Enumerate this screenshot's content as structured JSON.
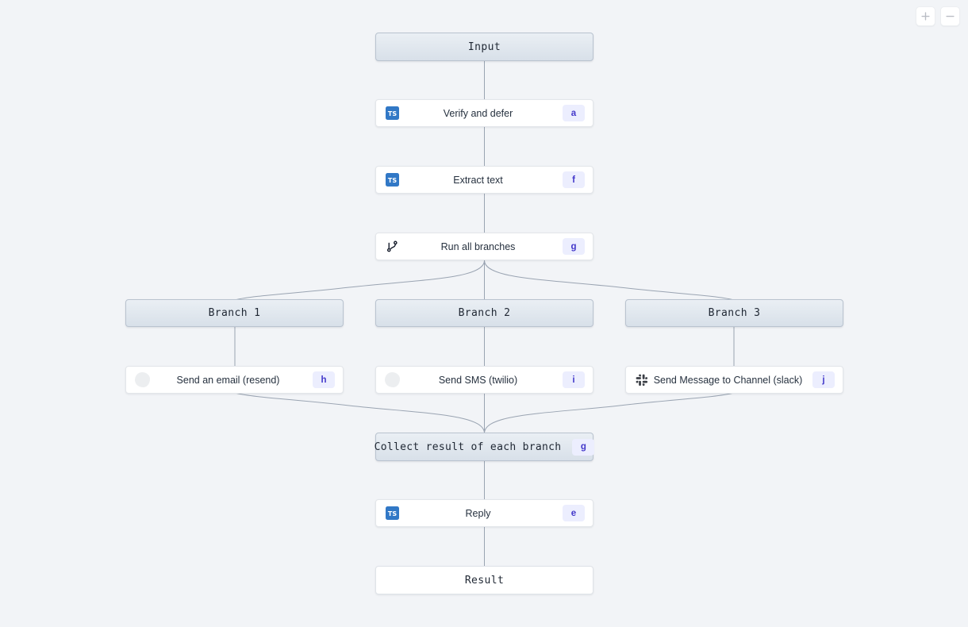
{
  "canvas": {
    "background": "#f2f4f7",
    "accent": "#4338ca",
    "badge_background": "#eceefe",
    "container_border": "#b9c3cf",
    "edge_color": "#9aa4b2",
    "ts_blue": "#3178c6"
  },
  "controls": {
    "zoom_in_label": "+",
    "zoom_in_name": "plus-icon",
    "zoom_out_label": "−",
    "zoom_out_name": "minus-icon"
  },
  "nodes": [
    {
      "id": "input",
      "title": "Input",
      "kind": "container",
      "icon": null,
      "badge": null
    },
    {
      "id": "verify-and-defer",
      "title": "Verify and defer",
      "kind": "step",
      "icon": "typescript-icon",
      "badge": "a"
    },
    {
      "id": "extract-text",
      "title": "Extract text",
      "kind": "step",
      "icon": "typescript-icon",
      "badge": "f"
    },
    {
      "id": "run-all-branches",
      "title": "Run all branches",
      "kind": "step",
      "icon": "git-branch-icon",
      "badge": "g"
    },
    {
      "id": "branch-1",
      "title": "Branch 1",
      "kind": "container",
      "icon": null,
      "badge": null
    },
    {
      "id": "branch-2",
      "title": "Branch 2",
      "kind": "container",
      "icon": null,
      "badge": null
    },
    {
      "id": "branch-3",
      "title": "Branch 3",
      "kind": "container",
      "icon": null,
      "badge": null
    },
    {
      "id": "send-an-email-resend",
      "title": "Send an email (resend)",
      "kind": "step",
      "icon": "resend-icon",
      "badge": "h"
    },
    {
      "id": "send-sms-twilio",
      "title": "Send SMS (twilio)",
      "kind": "step",
      "icon": "twilio-icon",
      "badge": "i"
    },
    {
      "id": "send-message-to-channel-slack",
      "title": "Send Message to Channel (slack)",
      "kind": "step",
      "icon": "slack-icon",
      "badge": "j"
    },
    {
      "id": "collect-result-of-each-branch",
      "title": "Collect result of each branch",
      "kind": "collect",
      "icon": null,
      "badge": "g"
    },
    {
      "id": "reply",
      "title": "Reply",
      "kind": "step",
      "icon": "typescript-icon",
      "badge": "e"
    },
    {
      "id": "result",
      "title": "Result",
      "kind": "plain",
      "icon": null,
      "badge": null
    }
  ]
}
